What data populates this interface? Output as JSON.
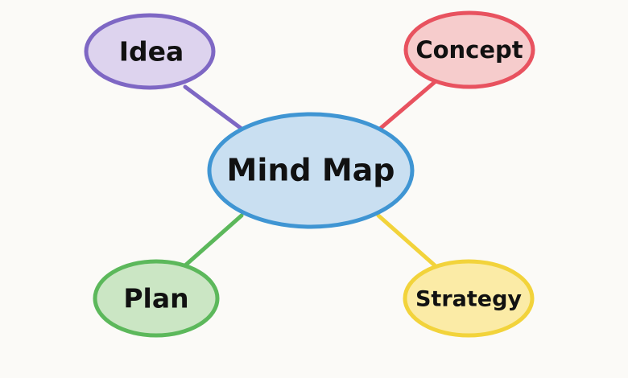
{
  "center": {
    "label": "Mind Map",
    "fill": "#c9dff1",
    "stroke": "#3f95d3"
  },
  "branches": [
    {
      "id": "idea",
      "label": "Idea",
      "fill": "#ddd3ee",
      "stroke": "#7e67c4",
      "line": "#7e67c4"
    },
    {
      "id": "concept",
      "label": "Concept",
      "fill": "#f6cccc",
      "stroke": "#e8525f",
      "line": "#e8525f"
    },
    {
      "id": "plan",
      "label": "Plan",
      "fill": "#cbe6c4",
      "stroke": "#5cb85b",
      "line": "#5cb85b"
    },
    {
      "id": "strategy",
      "label": "Strategy",
      "fill": "#fbeba6",
      "stroke": "#f2d33b",
      "line": "#f2d33b"
    }
  ]
}
